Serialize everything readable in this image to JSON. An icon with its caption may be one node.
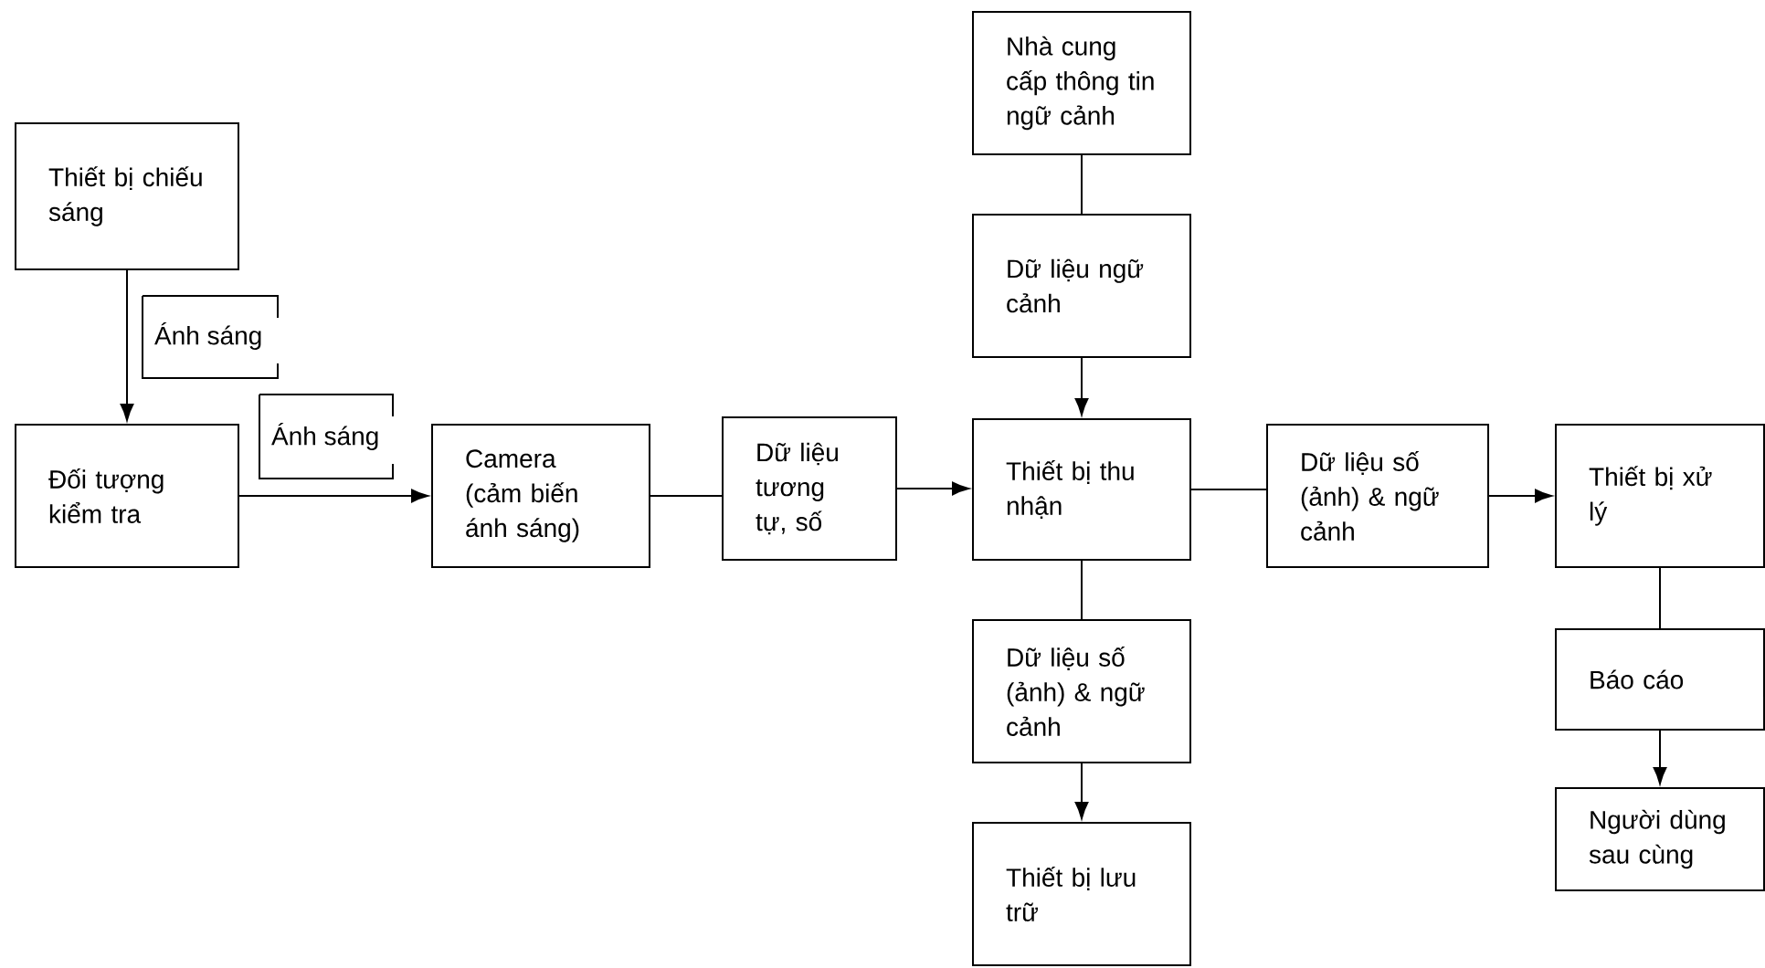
{
  "diagram": {
    "nodes": [
      {
        "text": [
          "Thiết bị chiếu sáng"
        ]
      },
      {
        "text": [
          "Đối tượng kiểm tra"
        ]
      },
      {
        "text": [
          "Camera (cảm biến ánh sáng)"
        ]
      },
      {
        "text": [
          "Dữ liệu tương tự, số"
        ]
      },
      {
        "text": [
          "Nhà cung cấp thông tin ngữ cảnh"
        ]
      },
      {
        "text": [
          "Dữ liệu ngữ cảnh"
        ]
      },
      {
        "text": [
          "Thiết bị thu nhận"
        ]
      },
      {
        "text": [
          "Dữ liệu số (ảnh) & ngữ cảnh"
        ]
      },
      {
        "text": [
          "Thiết bị lưu trữ"
        ]
      },
      {
        "text": [
          "Dữ liệu số (ảnh) & ngữ cảnh"
        ]
      },
      {
        "text": [
          "Thiết bị xử lý"
        ]
      },
      {
        "text": [
          "Báo cáo"
        ]
      },
      {
        "text": [
          "Người dùng sau cùng"
        ]
      }
    ],
    "edges": [
      {
        "from": 0,
        "to": 1,
        "arrow": "to",
        "label": "Ánh sáng"
      },
      {
        "from": 1,
        "to": 2,
        "arrow": "to",
        "label": "Ánh sáng"
      },
      {
        "from": 2,
        "to": 3,
        "arrow": "none"
      },
      {
        "from": 3,
        "to": 6,
        "arrow": "to"
      },
      {
        "from": 4,
        "to": 5,
        "arrow": "none"
      },
      {
        "from": 5,
        "to": 6,
        "arrow": "to"
      },
      {
        "from": 6,
        "to": 7,
        "arrow": "none"
      },
      {
        "from": 7,
        "to": 8,
        "arrow": "to"
      },
      {
        "from": 6,
        "to": 9,
        "arrow": "none"
      },
      {
        "from": 9,
        "to": 10,
        "arrow": "to"
      },
      {
        "from": 10,
        "to": 11,
        "arrow": "none"
      },
      {
        "from": 11,
        "to": 12,
        "arrow": "to"
      }
    ]
  }
}
